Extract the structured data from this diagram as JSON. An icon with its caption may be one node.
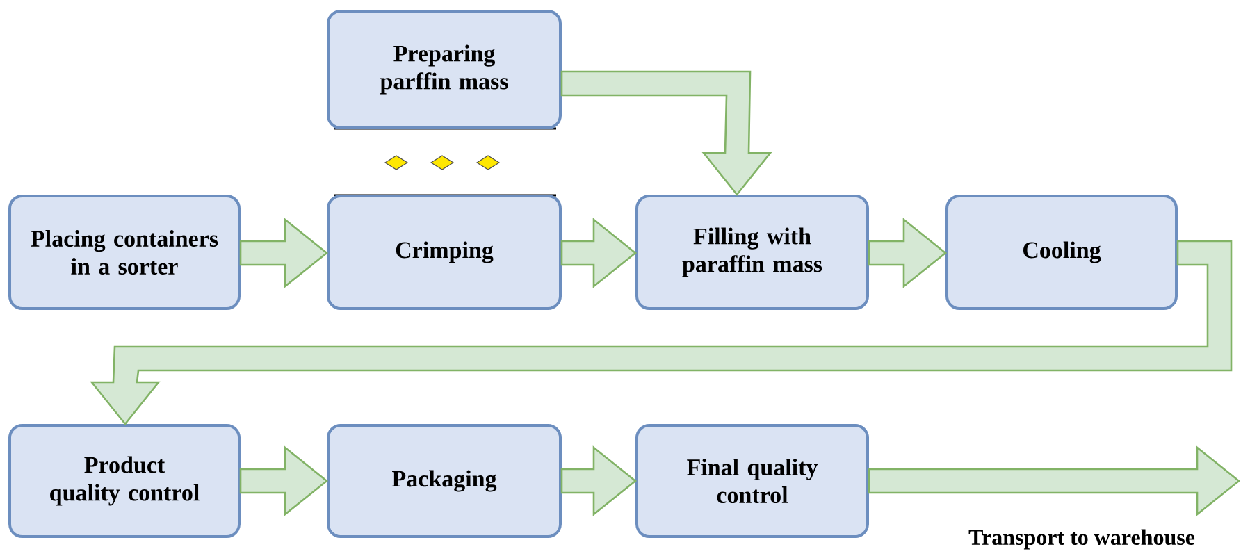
{
  "diagram": {
    "nodes": [
      {
        "text": [
          "Preparing parffin mass"
        ]
      },
      {
        "text": [
          "Placing containers in a sorter"
        ]
      },
      {
        "text": [
          "Crimping"
        ]
      },
      {
        "text": [
          "Filling with paraffin mass"
        ]
      },
      {
        "text": [
          "Cooling"
        ]
      },
      {
        "text": [
          "Product quality control"
        ]
      },
      {
        "text": [
          "Packaging"
        ]
      },
      {
        "text": [
          "Final quality control"
        ]
      }
    ],
    "edges": [
      {
        "from": 0,
        "to": 3,
        "arrow": "to"
      },
      {
        "from": 1,
        "to": 2,
        "arrow": "to"
      },
      {
        "from": 2,
        "to": 3,
        "arrow": "to"
      },
      {
        "from": 3,
        "to": 4,
        "arrow": "to"
      },
      {
        "from": 4,
        "to": 5,
        "arrow": "to"
      },
      {
        "from": 5,
        "to": 6,
        "arrow": "to"
      },
      {
        "from": 6,
        "to": 7,
        "arrow": "to"
      },
      {
        "from": 7,
        "to": null,
        "arrow": "to",
        "label": "Transport to warehouse"
      }
    ]
  }
}
